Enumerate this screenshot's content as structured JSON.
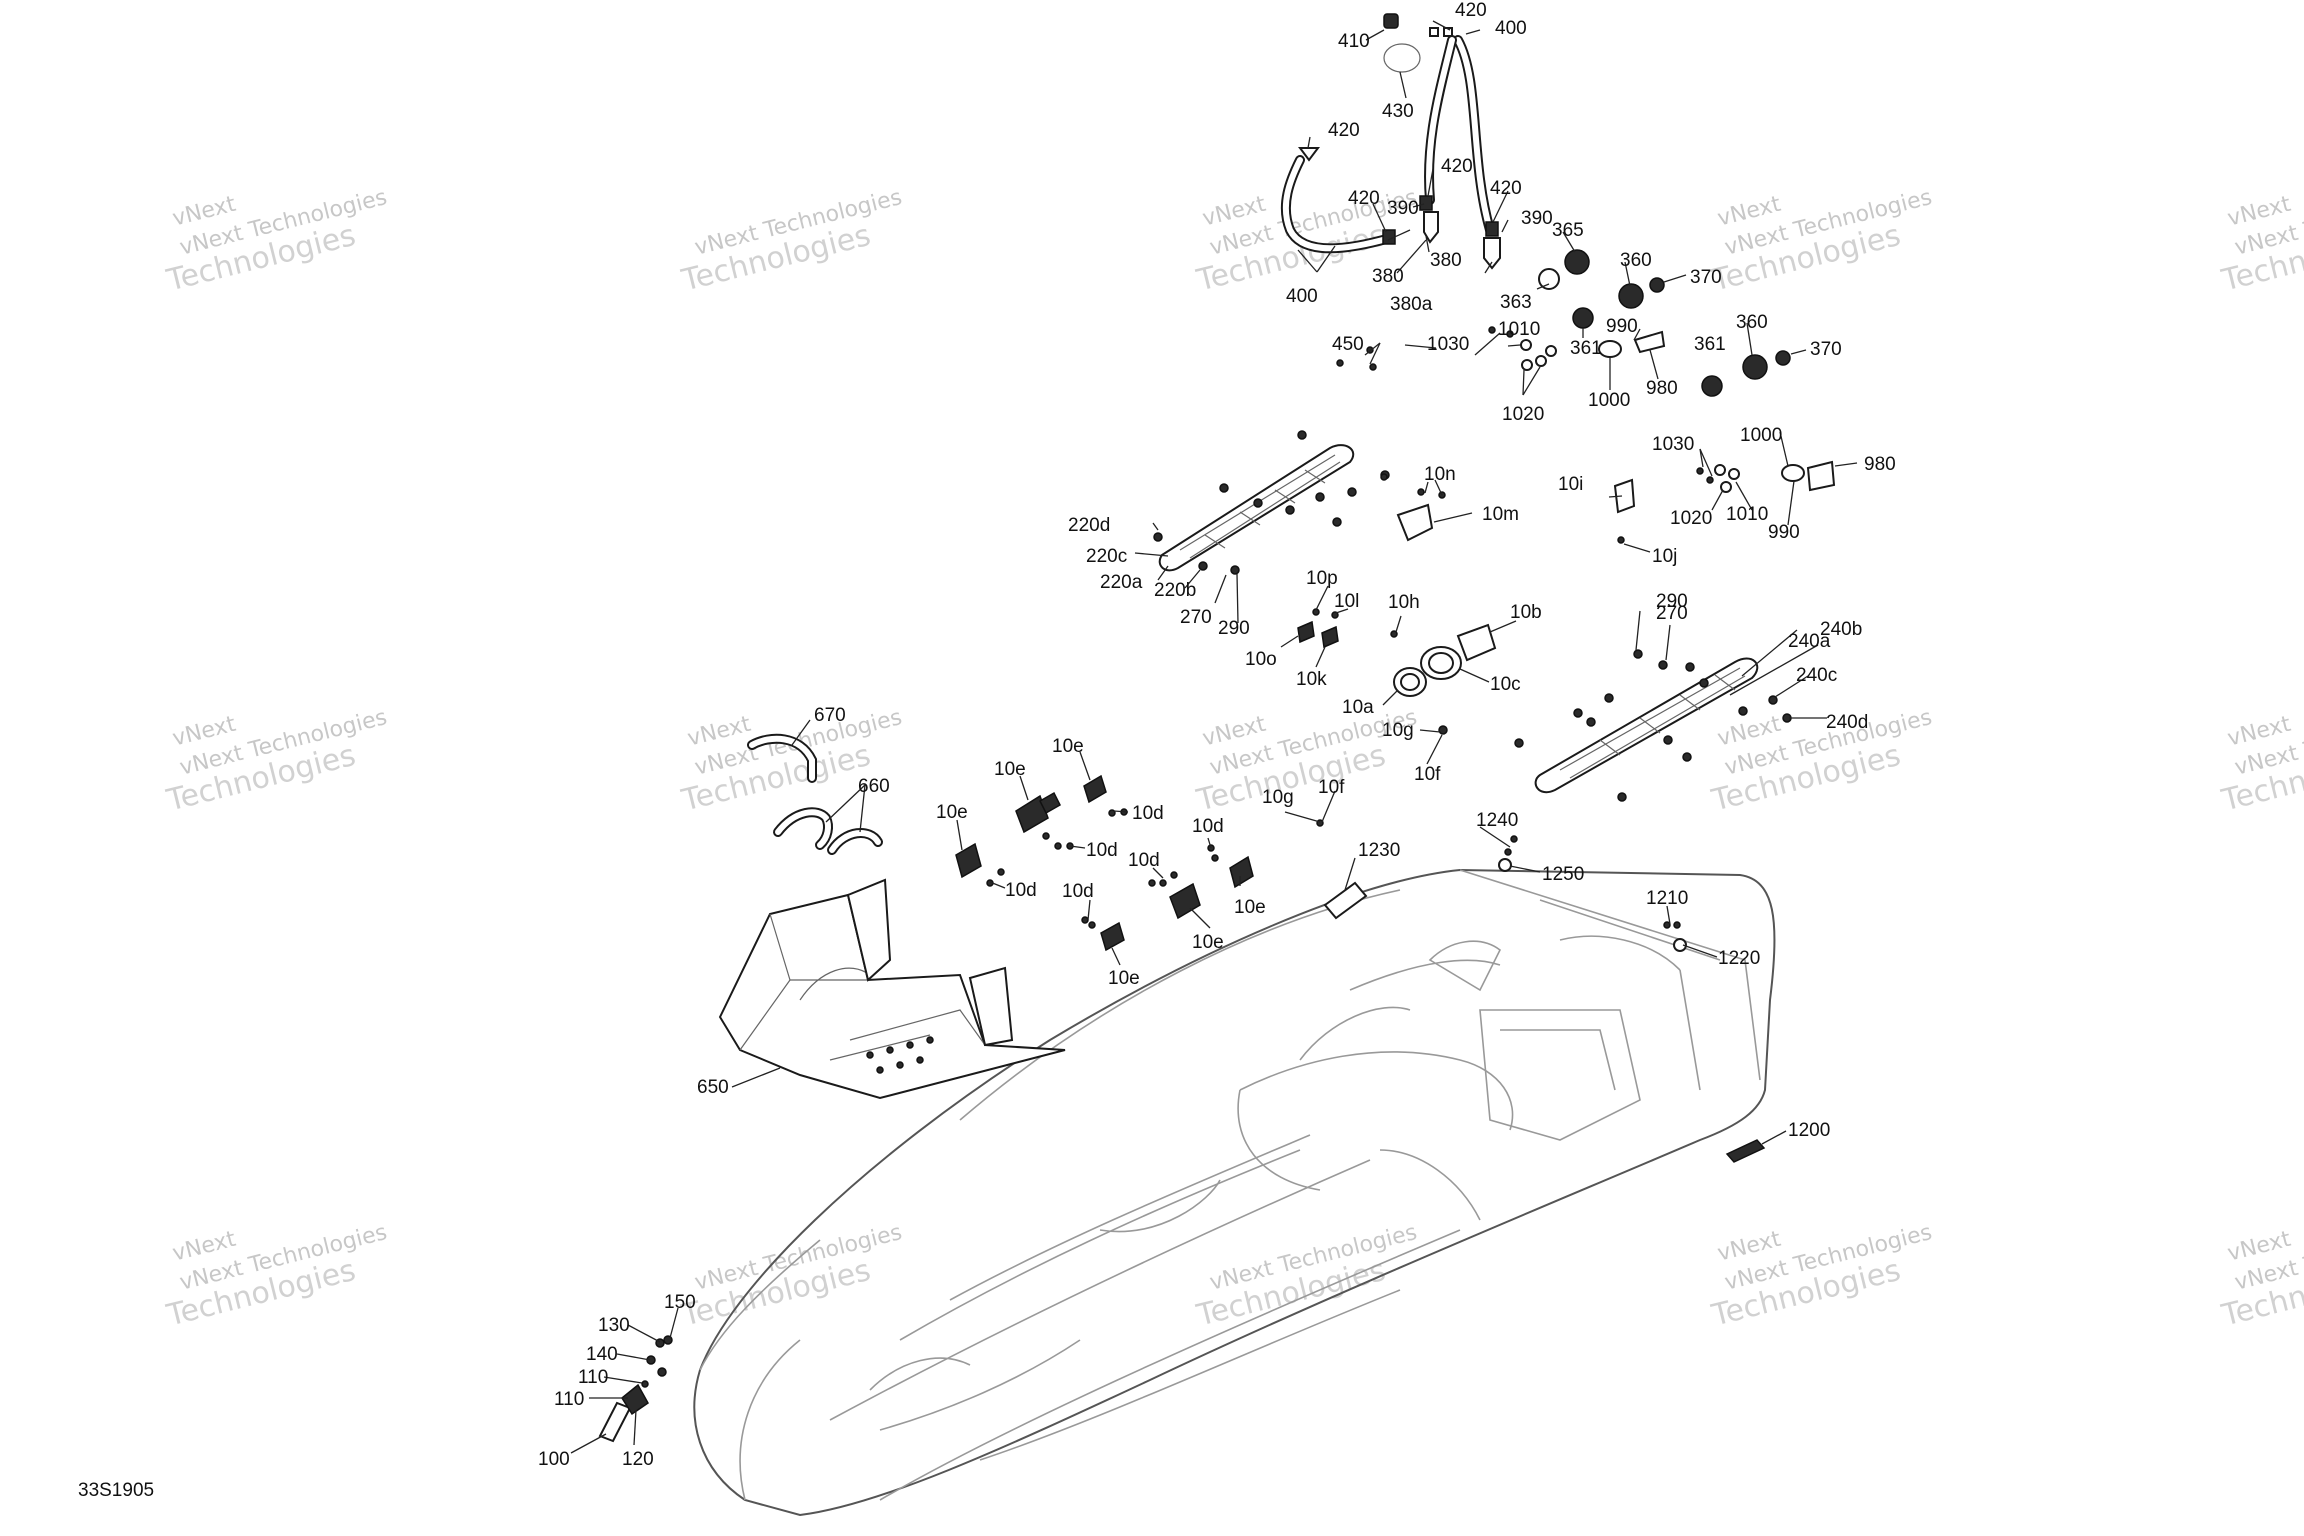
{
  "diagram_code": "33S1905",
  "watermark": {
    "line1": "vNext Technologies",
    "line2": "Technologies",
    "small": "vNext"
  },
  "labels": {
    "p410": "410",
    "p420a": "420",
    "p400a": "400",
    "p430": "430",
    "p420b": "420",
    "p420c": "420",
    "p420d": "420",
    "p420e": "420",
    "p390a": "390",
    "p390b": "390",
    "p380a": "380",
    "p380b": "380",
    "p380c": "380a",
    "p400b": "400",
    "p365": "365",
    "p363": "363",
    "p360a": "360",
    "p370a": "370",
    "p361a": "361",
    "p990a": "990",
    "p980a": "980",
    "p1000a": "1000",
    "p360b": "360",
    "p361b": "361",
    "p370b": "370",
    "p450": "450",
    "p1030a": "1030",
    "p1010a": "1010",
    "p1020a": "1020",
    "p10n": "10n",
    "p10m": "10m",
    "p220d": "220d",
    "p220c": "220c",
    "p220a": "220a",
    "p220b": "220b",
    "p270a": "270",
    "p290a": "290",
    "p10i": "10i",
    "p10j": "10j",
    "p1030b": "1030",
    "p1000b": "1000",
    "p980b": "980",
    "p1020b": "1020",
    "p1010b": "1010",
    "p990b": "990",
    "p10p": "10p",
    "p10l": "10l",
    "p10o": "10o",
    "p10k": "10k",
    "p10h": "10h",
    "p10b": "10b",
    "p10c": "10c",
    "p10a": "10a",
    "p10g": "10g",
    "p10f": "10f",
    "p290b": "290",
    "p270b": "270",
    "p240b": "240b",
    "p240a": "240a",
    "p240c": "240c",
    "p240d": "240d",
    "p670": "670",
    "p660": "660",
    "p10e1": "10e",
    "p10e2": "10e",
    "p10d1": "10d",
    "p10e3": "10e",
    "p10d2": "10d",
    "p10d3": "10d",
    "p10g2": "10g",
    "p10f2": "10f",
    "p10d4": "10d",
    "p10d5": "10d",
    "p10e4": "10e",
    "p10d6": "10d",
    "p10e5": "10e",
    "p10e6": "10e",
    "p1230": "1230",
    "p1240": "1240",
    "p1250": "1250",
    "p1210": "1210",
    "p1220": "1220",
    "p650": "650",
    "p1200": "1200",
    "p130": "130",
    "p150": "150",
    "p140": "140",
    "p110a": "110",
    "p110b": "110",
    "p100": "100",
    "p120": "120"
  }
}
